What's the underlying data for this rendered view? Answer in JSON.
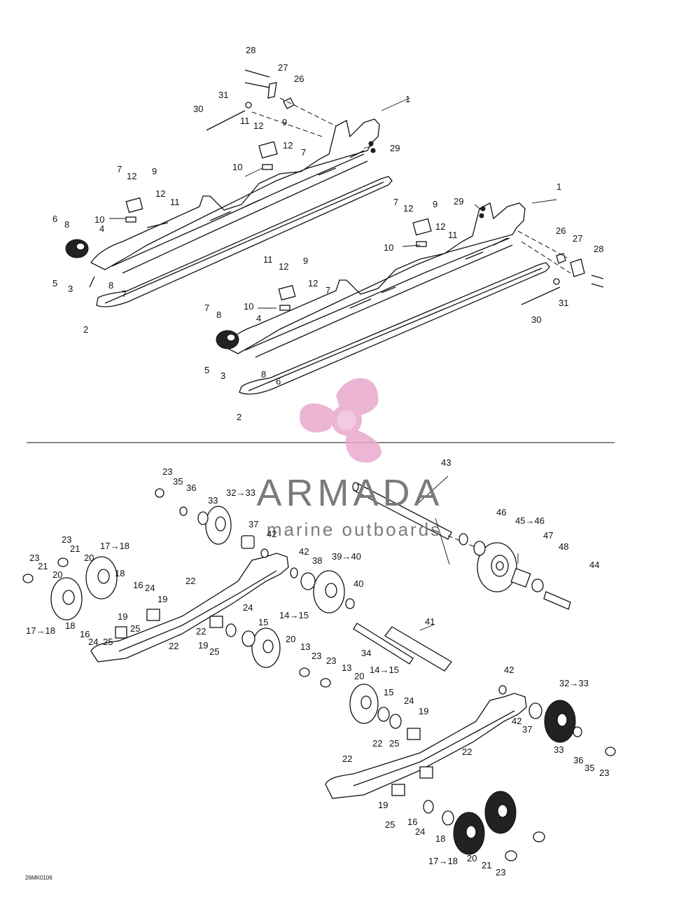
{
  "diagram_code": "26MK0106",
  "watermark": {
    "brand": "ARMADA",
    "tagline": "marine outboards",
    "color": "#e9a9cc",
    "text_color": "#7b7b7b"
  },
  "labels": [
    {
      "id": "t28",
      "text": "28"
    },
    {
      "id": "t27",
      "text": "27"
    },
    {
      "id": "t26",
      "text": "26"
    },
    {
      "id": "t31",
      "text": "31"
    },
    {
      "id": "t30",
      "text": "30"
    },
    {
      "id": "t1",
      "text": "1"
    },
    {
      "id": "t11a",
      "text": "11"
    },
    {
      "id": "t12a",
      "text": "12"
    },
    {
      "id": "t9a",
      "text": "9"
    },
    {
      "id": "t12b",
      "text": "12"
    },
    {
      "id": "t29",
      "text": "29"
    },
    {
      "id": "t10a",
      "text": "10"
    },
    {
      "id": "t7a",
      "text": "7"
    },
    {
      "id": "t7b",
      "text": "7"
    },
    {
      "id": "t12c",
      "text": "12"
    },
    {
      "id": "t9b",
      "text": "9"
    },
    {
      "id": "t12d",
      "text": "12"
    },
    {
      "id": "t11b",
      "text": "11"
    },
    {
      "id": "t6a",
      "text": "6"
    },
    {
      "id": "t8a",
      "text": "8"
    },
    {
      "id": "t10b",
      "text": "10"
    },
    {
      "id": "t4a",
      "text": "4"
    },
    {
      "id": "t5a",
      "text": "5"
    },
    {
      "id": "t3a",
      "text": "3"
    },
    {
      "id": "t8b",
      "text": "8"
    },
    {
      "id": "t7c",
      "text": "7"
    },
    {
      "id": "t2a",
      "text": "2"
    },
    {
      "id": "t1b",
      "text": "1"
    },
    {
      "id": "t7d",
      "text": "7"
    },
    {
      "id": "t12e",
      "text": "12"
    },
    {
      "id": "t9c",
      "text": "9"
    },
    {
      "id": "t29b",
      "text": "29"
    },
    {
      "id": "t12f",
      "text": "12"
    },
    {
      "id": "t11c",
      "text": "11"
    },
    {
      "id": "t10c",
      "text": "10"
    },
    {
      "id": "t26b",
      "text": "26"
    },
    {
      "id": "t27b",
      "text": "27"
    },
    {
      "id": "t28b",
      "text": "28"
    },
    {
      "id": "t31b",
      "text": "31"
    },
    {
      "id": "t30b",
      "text": "30"
    },
    {
      "id": "t11d",
      "text": "11"
    },
    {
      "id": "t12g",
      "text": "12"
    },
    {
      "id": "t9d",
      "text": "9"
    },
    {
      "id": "t12h",
      "text": "12"
    },
    {
      "id": "t7e",
      "text": "7"
    },
    {
      "id": "t10d",
      "text": "10"
    },
    {
      "id": "t7f",
      "text": "7"
    },
    {
      "id": "t8c",
      "text": "8"
    },
    {
      "id": "t4b",
      "text": "4"
    },
    {
      "id": "t5b",
      "text": "5"
    },
    {
      "id": "t3b",
      "text": "3"
    },
    {
      "id": "t8d",
      "text": "8"
    },
    {
      "id": "t6b",
      "text": "6"
    },
    {
      "id": "t2b",
      "text": "2"
    },
    {
      "id": "t43",
      "text": "43"
    },
    {
      "id": "t23a",
      "text": "23"
    },
    {
      "id": "t35a",
      "text": "35"
    },
    {
      "id": "t36a",
      "text": "36"
    },
    {
      "id": "t3233a",
      "text": "32→33"
    },
    {
      "id": "t33a",
      "text": "33"
    },
    {
      "id": "t37a",
      "text": "37"
    },
    {
      "id": "t42a",
      "text": "42"
    },
    {
      "id": "t46",
      "text": "46"
    },
    {
      "id": "t4546",
      "text": "45→46"
    },
    {
      "id": "t47",
      "text": "47"
    },
    {
      "id": "t48",
      "text": "48"
    },
    {
      "id": "t44",
      "text": "44"
    },
    {
      "id": "t42b",
      "text": "42"
    },
    {
      "id": "t38",
      "text": "38"
    },
    {
      "id": "t3940",
      "text": "39→40"
    },
    {
      "id": "t40",
      "text": "40"
    },
    {
      "id": "t23b",
      "text": "23"
    },
    {
      "id": "t21a",
      "text": "21"
    },
    {
      "id": "t1718a",
      "text": "17→18"
    },
    {
      "id": "t23c",
      "text": "23"
    },
    {
      "id": "t21b",
      "text": "21"
    },
    {
      "id": "t20a",
      "text": "20"
    },
    {
      "id": "t18a",
      "text": "18"
    },
    {
      "id": "t16a",
      "text": "16"
    },
    {
      "id": "t24a",
      "text": "24"
    },
    {
      "id": "t22a",
      "text": "22"
    },
    {
      "id": "t20b",
      "text": "20"
    },
    {
      "id": "t19a",
      "text": "19"
    },
    {
      "id": "t1718b",
      "text": "17→18"
    },
    {
      "id": "t18b",
      "text": "18"
    },
    {
      "id": "t16b",
      "text": "16"
    },
    {
      "id": "t19b",
      "text": "19"
    },
    {
      "id": "t24b",
      "text": "24"
    },
    {
      "id": "t25a",
      "text": "25"
    },
    {
      "id": "t25b",
      "text": "25"
    },
    {
      "id": "t22b",
      "text": "22"
    },
    {
      "id": "t22c",
      "text": "22"
    },
    {
      "id": "t19c",
      "text": "19"
    },
    {
      "id": "t25c",
      "text": "25"
    },
    {
      "id": "t24c",
      "text": "24"
    },
    {
      "id": "t15a",
      "text": "15"
    },
    {
      "id": "t1415a",
      "text": "14→15"
    },
    {
      "id": "t20c",
      "text": "20"
    },
    {
      "id": "t13a",
      "text": "13"
    },
    {
      "id": "t23d",
      "text": "23"
    },
    {
      "id": "t41",
      "text": "41"
    },
    {
      "id": "t34",
      "text": "34"
    },
    {
      "id": "t23e",
      "text": "23"
    },
    {
      "id": "t13b",
      "text": "13"
    },
    {
      "id": "t20d",
      "text": "20"
    },
    {
      "id": "t1415b",
      "text": "14→15"
    },
    {
      "id": "t42c",
      "text": "42"
    },
    {
      "id": "t3233b",
      "text": "32→33"
    },
    {
      "id": "t15b",
      "text": "15"
    },
    {
      "id": "t24d",
      "text": "24"
    },
    {
      "id": "t19d",
      "text": "19"
    },
    {
      "id": "t42d",
      "text": "42"
    },
    {
      "id": "t37b",
      "text": "37"
    },
    {
      "id": "t22d",
      "text": "22"
    },
    {
      "id": "t25d",
      "text": "25"
    },
    {
      "id": "t22e",
      "text": "22"
    },
    {
      "id": "t33b",
      "text": "33"
    },
    {
      "id": "t36b",
      "text": "36"
    },
    {
      "id": "t35b",
      "text": "35"
    },
    {
      "id": "t23f",
      "text": "23"
    },
    {
      "id": "t22f",
      "text": "22"
    },
    {
      "id": "t19e",
      "text": "19"
    },
    {
      "id": "t25e",
      "text": "25"
    },
    {
      "id": "t16c",
      "text": "16"
    },
    {
      "id": "t24e",
      "text": "24"
    },
    {
      "id": "t18c",
      "text": "18"
    },
    {
      "id": "t1718c",
      "text": "17→18"
    },
    {
      "id": "t20e",
      "text": "20"
    },
    {
      "id": "t21c",
      "text": "21"
    },
    {
      "id": "t23g",
      "text": "23"
    }
  ]
}
